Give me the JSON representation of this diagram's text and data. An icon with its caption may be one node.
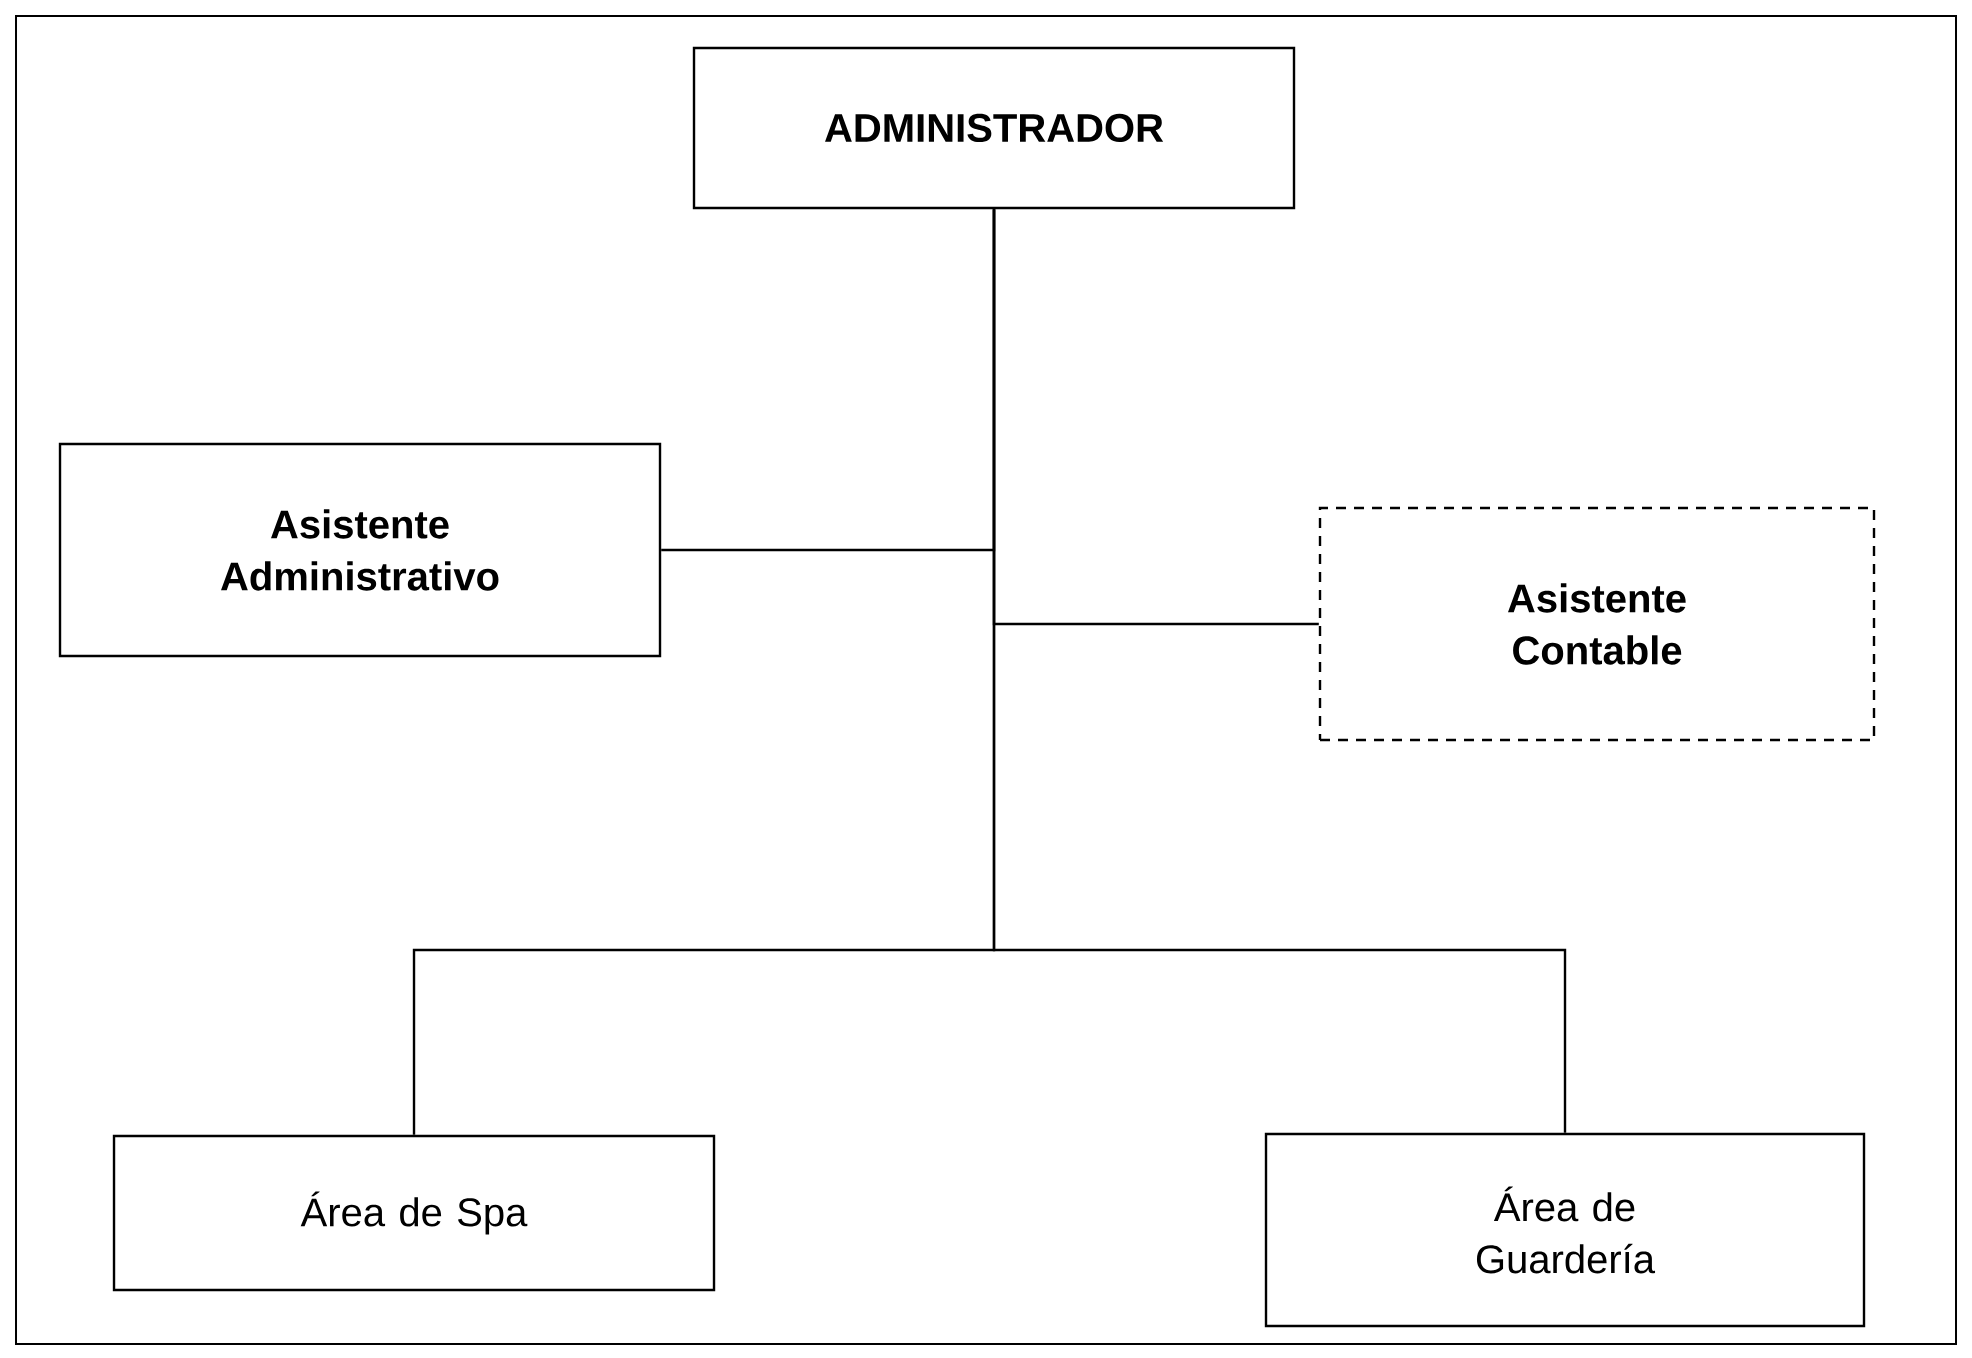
{
  "diagram": {
    "nodes": [
      {
        "text": [
          "ADMINISTRADOR"
        ]
      },
      {
        "text": [
          "Asistente Administrativo"
        ]
      },
      {
        "text": [
          "Asistente Contable"
        ]
      },
      {
        "text": [
          "Área de Spa"
        ]
      },
      {
        "text": [
          "Área de Guardería"
        ]
      }
    ],
    "edges": [
      {
        "from": 0,
        "to": 1,
        "arrow": "none"
      },
      {
        "from": 0,
        "to": 2,
        "arrow": "none"
      },
      {
        "from": 0,
        "to": 3,
        "arrow": "none"
      },
      {
        "from": 0,
        "to": 4,
        "arrow": "none"
      }
    ]
  }
}
